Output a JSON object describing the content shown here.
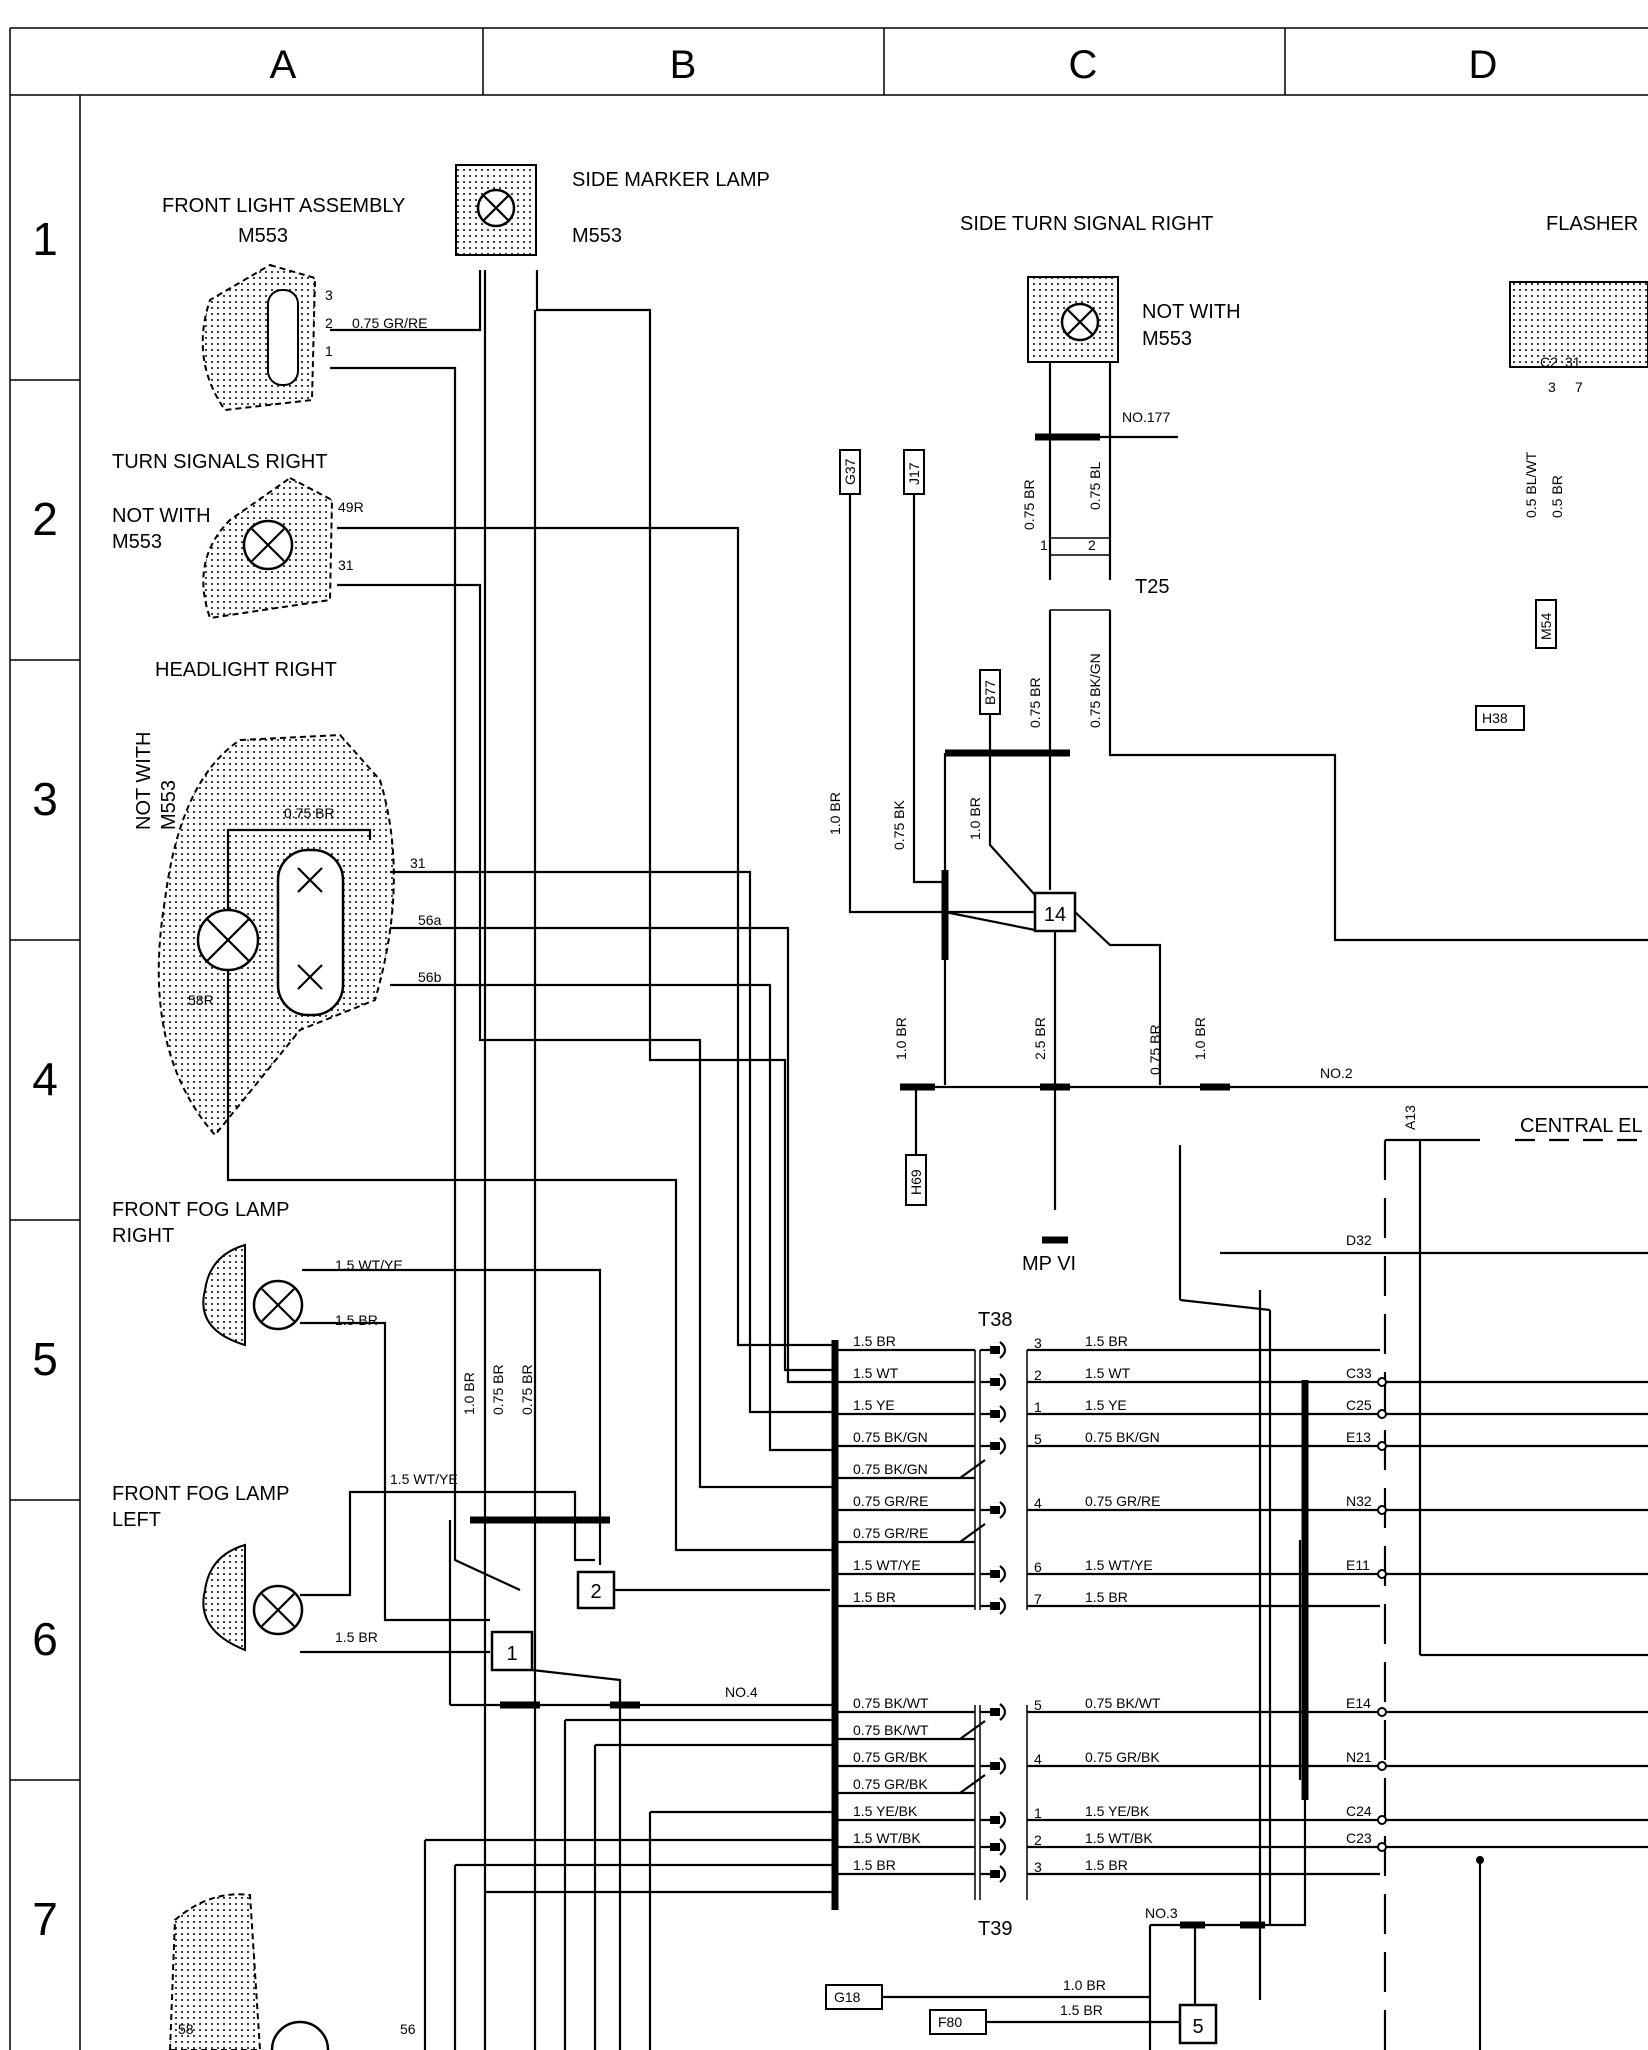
{
  "grid": {
    "columns": [
      "A",
      "B",
      "C",
      "D"
    ],
    "rows": [
      "1",
      "2",
      "3",
      "4",
      "5",
      "6",
      "7"
    ]
  },
  "components": {
    "front_light_assembly": {
      "label": "FRONT LIGHT ASSEMBLY",
      "code": "M553",
      "pins": [
        "3",
        "2",
        "1"
      ]
    },
    "side_marker_lamp": {
      "label": "SIDE MARKER LAMP",
      "code": "M553"
    },
    "side_turn_signal_right": {
      "label": "SIDE TURN SIGNAL RIGHT",
      "note": "NOT WITH",
      "note2": "M553"
    },
    "flasher": {
      "label": "FLASHER"
    },
    "turn_signals_right": {
      "label": "TURN SIGNALS RIGHT",
      "note": "NOT WITH",
      "note2": "M553",
      "pins": [
        "49R",
        "31"
      ]
    },
    "headlight_right": {
      "label": "HEADLIGHT RIGHT",
      "note": "NOT WITH",
      "note2": "M553",
      "pins": [
        "31",
        "56a",
        "56b",
        "58R"
      ]
    },
    "front_fog_lamp_right": {
      "label": "FRONT FOG LAMP",
      "label2": "RIGHT"
    },
    "front_fog_lamp_left": {
      "label": "FRONT FOG LAMP",
      "label2": "LEFT"
    },
    "central_el": {
      "label": "CENTRAL EL",
      "code": "A13"
    },
    "mp": {
      "label": "MP VI"
    },
    "t25": {
      "label": "T25"
    },
    "t38": {
      "label": "T38"
    },
    "t39": {
      "label": "T39"
    }
  },
  "refs": [
    "G37",
    "J17",
    "B77",
    "H69",
    "M54",
    "H38",
    "G18",
    "F80"
  ],
  "nodes": [
    "14",
    "1",
    "2",
    "5"
  ],
  "ground_points": [
    "NO.177",
    "NO.2",
    "NO.4",
    "NO.3"
  ],
  "wires": {
    "w_gr_re_top": "0.75 GR/RE",
    "w_075br_hl": "0.75 BR",
    "w_05_bl_wt": "0.5 BL/WT",
    "w_05_br": "0.5 BR",
    "t25_left": "0.75 BR",
    "t25_right": "0.75 BL",
    "t25_pin1": "1",
    "t25_pin2": "2",
    "below_t25_l": "0.75 BR",
    "below_t25_r": "0.75 BK/GN",
    "g37_wire": "1.0 BR",
    "j17_wire": "0.75 BK",
    "b77_wire": "1.0 BR",
    "h69_wire": "1.0 BR",
    "mp_wire": "2.5 BR",
    "r1": "0.75 BR",
    "r2": "1.0 BR",
    "fog_r_1": "1.5 WT/YE",
    "fog_r_2": "1.5 BR",
    "fog_l_1": "1.5 WT/YE",
    "fog_l_2": "1.5 BR",
    "vert1": "1.0 BR",
    "vert2": "0.75 BR",
    "vert3": "0.75 BR",
    "flasher_pins": [
      "C2",
      "31",
      "3",
      "7"
    ]
  },
  "t38_rows": [
    {
      "left": "1.5 BR",
      "pin": "3",
      "right": "1.5 BR",
      "term": ""
    },
    {
      "left": "1.5 WT",
      "pin": "2",
      "right": "1.5 WT",
      "term": "C33"
    },
    {
      "left": "1.5 YE",
      "pin": "1",
      "right": "1.5 YE",
      "term": "C25"
    },
    {
      "left": "0.75 BK/GN",
      "pin": "5",
      "right": "0.75 BK/GN",
      "term": "E13"
    },
    {
      "left": "0.75 BK/GN",
      "pin": "",
      "right": "",
      "term": ""
    },
    {
      "left": "0.75 GR/RE",
      "pin": "4",
      "right": "0.75 GR/RE",
      "term": "N32"
    },
    {
      "left": "0.75 GR/RE",
      "pin": "",
      "right": "",
      "term": ""
    },
    {
      "left": "1.5 WT/YE",
      "pin": "6",
      "right": "1.5 WT/YE",
      "term": "E11"
    },
    {
      "left": "1.5 BR",
      "pin": "7",
      "right": "1.5 BR",
      "term": ""
    }
  ],
  "t39_rows": [
    {
      "left": "0.75 BK/WT",
      "pin": "5",
      "right": "0.75 BK/WT",
      "term": "E14"
    },
    {
      "left": "0.75 BK/WT",
      "pin": "",
      "right": "",
      "term": ""
    },
    {
      "left": "0.75 GR/BK",
      "pin": "4",
      "right": "0.75 GR/BK",
      "term": "N21"
    },
    {
      "left": "0.75 GR/BK",
      "pin": "",
      "right": "",
      "term": ""
    },
    {
      "left": "1.5 YE/BK",
      "pin": "1",
      "right": "1.5 YE/BK",
      "term": "C24"
    },
    {
      "left": "1.5 WT/BK",
      "pin": "2",
      "right": "1.5 WT/BK",
      "term": "C23"
    },
    {
      "left": "1.5 BR",
      "pin": "3",
      "right": "1.5 BR",
      "term": ""
    }
  ],
  "bottom_wires": [
    "1.0 BR",
    "1.5 BR"
  ],
  "misc": {
    "d32": "D32",
    "s58": "58",
    "s56": "56"
  }
}
